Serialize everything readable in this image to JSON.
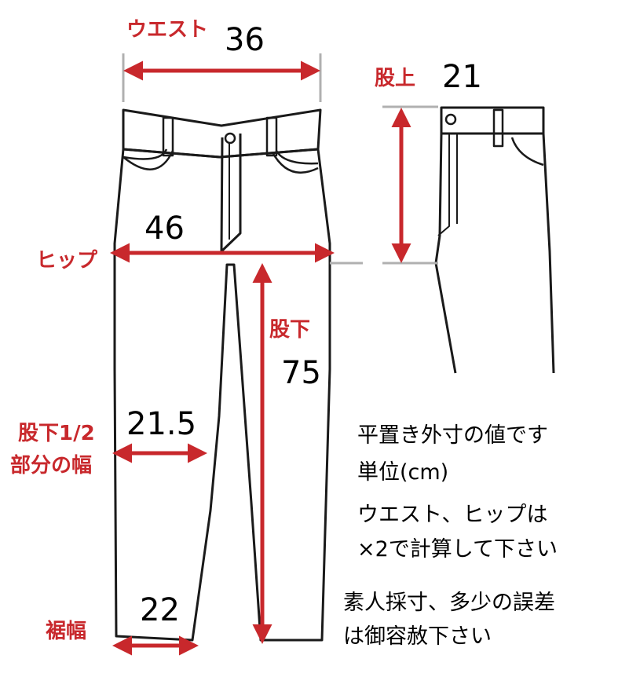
{
  "colors": {
    "accent": "#c8282c",
    "outline": "#1a1a1a",
    "guide": "#b0b0b0",
    "background": "#ffffff"
  },
  "measurements": {
    "waist": {
      "label": "ウエスト",
      "value": "36"
    },
    "rise": {
      "label": "股上",
      "value": "21"
    },
    "hip": {
      "label": "ヒップ",
      "value": "46"
    },
    "inseam": {
      "label": "股下",
      "value": "75"
    },
    "thigh_half": {
      "label_line1": "股下1/2",
      "label_line2": "部分の幅",
      "value": "21.5"
    },
    "hem": {
      "label": "裾幅",
      "value": "22"
    }
  },
  "notes": {
    "line1": "平置き外寸の値です",
    "line2": "単位(cm)",
    "line3": "ウエスト、ヒップは",
    "line4": "×2で計算して下さい",
    "line5": "素人採寸、多少の誤差",
    "line6": "は御容赦下さい"
  }
}
